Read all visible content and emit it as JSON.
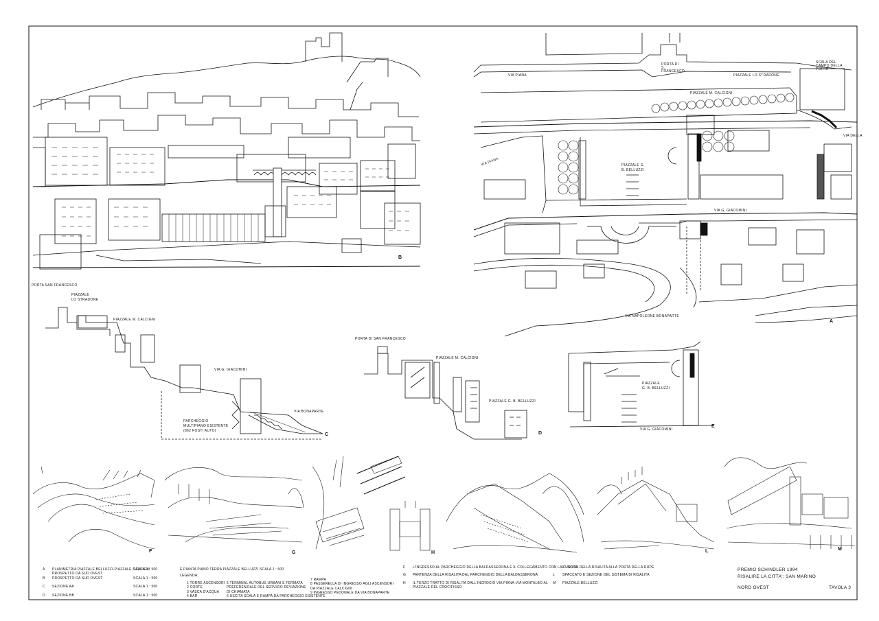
{
  "drawing_labels": {
    "letters": {
      "A": "A",
      "B": "B",
      "C": "C",
      "D": "D",
      "E": "E",
      "F": "F",
      "G": "G",
      "H": "H",
      "L": "L",
      "M": "M"
    },
    "plan": {
      "piazzale_lo_stradone": "PIAZZALE LO STRADONE",
      "porta_san_francesco": "PORTA DI S. FRANCESCO",
      "scala_campo": "SCALA DEL CAMPO DELLA PORTA",
      "via_piana": "VIA PIANA",
      "piazzale_calcigni": "PIAZZALE M. CALCIGNI",
      "piazzale_belluzzi": "PIAZZALE G. B. BELLUZZI",
      "via_giacomini": "VIA G. GIACOMINI",
      "via_bonaparte": "VIA NAPOLEONE BONAPARTE",
      "via_della": "VIA DELLA"
    },
    "section_c": {
      "porta": "PORTA  SAN FRANCESCO",
      "piazzale_lo": "PIAZZALE",
      "lo_stradone": "LO STRADONE",
      "calcigni": "PIAZZALE M. CALCIGNI",
      "giacomini": "VIA G. GIACOMINI",
      "bonaparte": "VIA BONAPARTE",
      "parcheggio1": "PARCHEGGIO",
      "parcheggio2": "MULTIPIANO ESISTENTE",
      "parcheggio3": "(862 POSTI AUTO)"
    },
    "section_d": {
      "porta": "PORTA DI SAN FRANCESCO",
      "calcigni": "PIAZZALE M. CALCIGNI",
      "belluzzi": "PIAZZALE G. B. BELLUZZI"
    },
    "plan_e": {
      "piazzale": "PIAZZALE",
      "belluzzi": "G. B. BELLUZZI",
      "giacomini": "VIA G. GIACOMINI"
    }
  },
  "legend": {
    "col1": [
      {
        "key": "A",
        "text": "PLANIMETRIA PIAZZALE BELLUZZI-PIAZZALE CALCIGNI",
        "scale": "SCALA  1 : 500"
      },
      {
        "key": "",
        "text": "PROSPETTO DA SUD OVEST",
        "scale": ""
      },
      {
        "key": "B",
        "text": "PROSPETTO DA SUD OVEST",
        "scale": "SCALA  1 : 500"
      },
      {
        "key": "C",
        "text": "SEZIONE AA",
        "scale": "SCALA  1 : 500"
      },
      {
        "key": "D",
        "text": "SEZIONE BB",
        "scale": "SCALA  1 : 500"
      }
    ],
    "col2_head": "E   PIANTA PIANO TERRA PIAZZALE BELLUZZI    SCALA  1 : 500",
    "col2_legenda": "LEGENDA:",
    "col2_items": [
      "1   TORRE ASCENSORI",
      "2   CORTE",
      "3   VASCA D'ACQUA",
      "4   BAR",
      "5   TERMINAL AUTOBUS URBANI E FERMATA",
      "     PREFERENZIALE DEL SERVIZIO DEVIAZIONE",
      "     DI CHIAMATA",
      "6   USCITA SCALA E RAMPA DA PARCHEGGIO ESISTENTE",
      "7   RAMPA",
      "8   PASSERELLA DI INGRESSO AGLI ASCENSORI",
      "     DA PIAZZALE CALCIGNI",
      "9   INGRESSO PEDONALE DA VIA BONAPARTE"
    ],
    "col3": [
      {
        "key": "F",
        "text": "L'INGRESSO AL PARCHEGGIO DELLA BALDASSERONA E IL COLLEGAMENTO CON LA FUNIVIA"
      },
      {
        "key": "G",
        "text": "PARTENZA DELLA RISALITA DAL PARCHEGGIO DELLA BALDASSERONA"
      },
      {
        "key": "H",
        "text": "IL TERZO TRATTO DI RISALITA DALL'INCROCIO VIA PIANA-VIA MONTALBO AL"
      },
      {
        "key": "",
        "text": "PIAZZALE DEL CROCIFISSO"
      }
    ],
    "col4": [
      {
        "key": "I",
        "text": "L'USCITA DELLA RISALITA ALLA PORTA DELLA RUPE"
      },
      {
        "key": "L",
        "text": "SPACCATO E SEZIONE DEL SISTEMA DI RISALITA"
      },
      {
        "key": "M",
        "text": "PIAZZALE BELLUZZI"
      }
    ]
  },
  "title_block": {
    "line1": "PREMIO SCHINDLER 1994",
    "line2": "RISALIRE LA CITTA': SAN MARINO",
    "line3": "NORD OVEST",
    "tavola": "TAVOLA 3"
  }
}
